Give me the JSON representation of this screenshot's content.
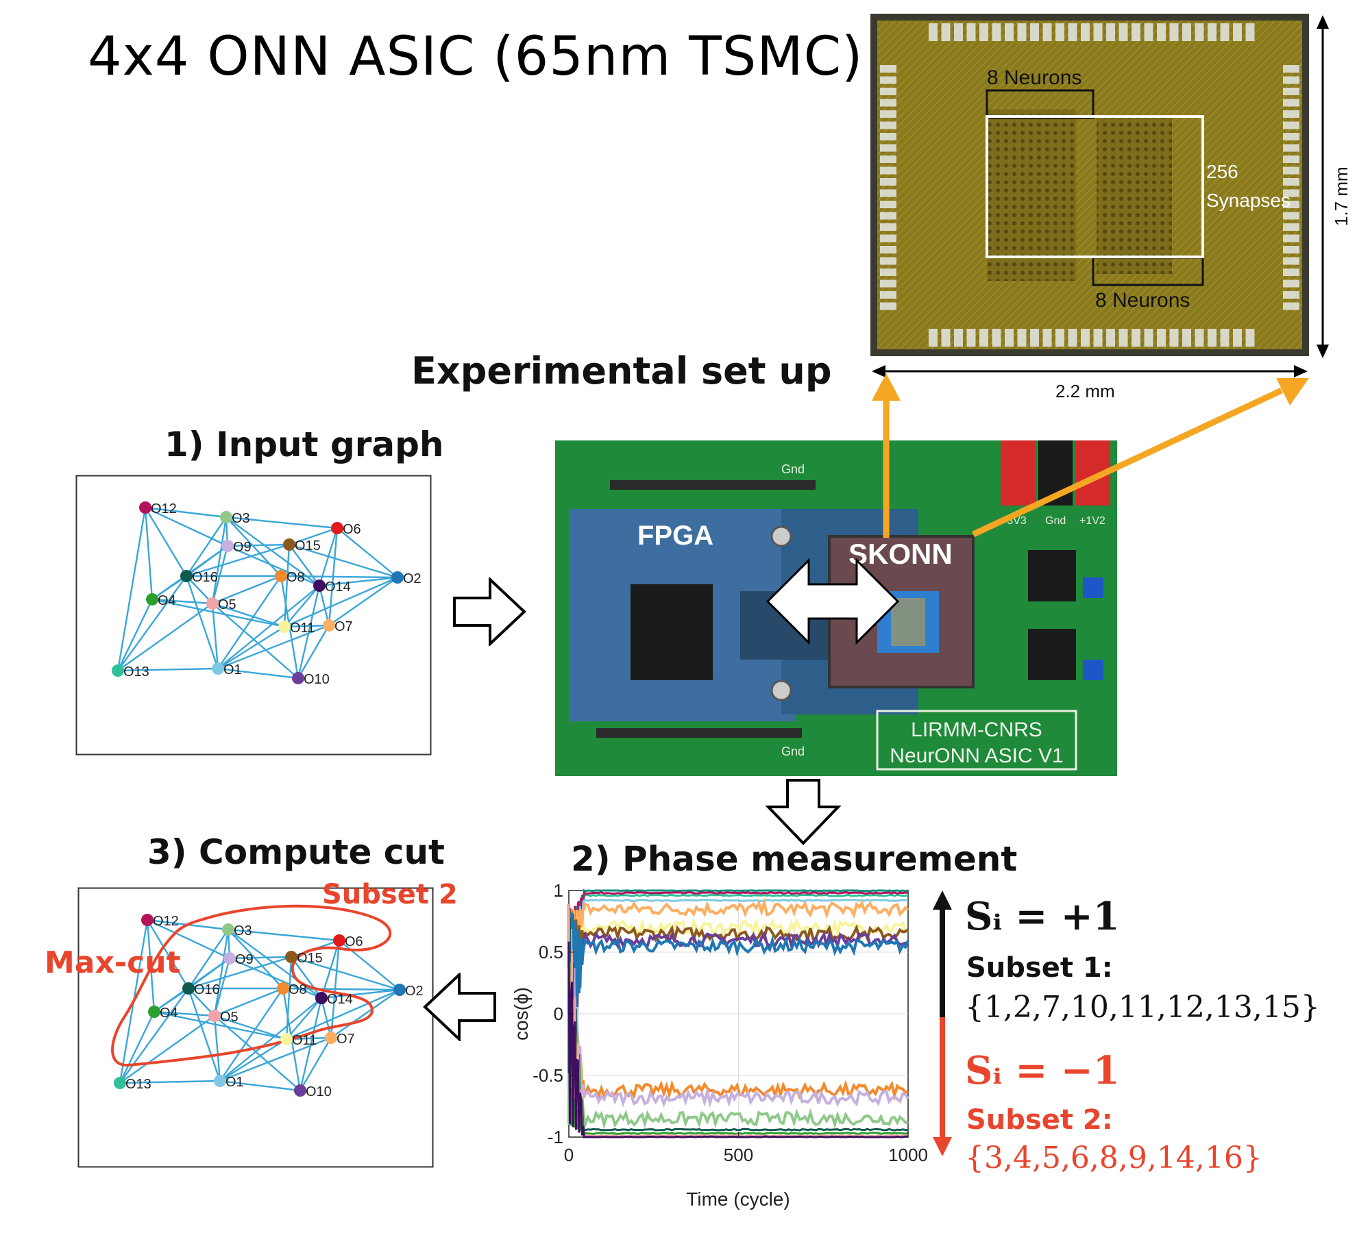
{
  "title": "4x4 ONN ASIC (65nm TSMC)",
  "experimental_setup_label": "Experimental set up",
  "step1_label": "1) Input graph",
  "step2_label": "2) Phase measurement",
  "step3_label": "3) Compute cut",
  "chip": {
    "neurons_top": "8 Neurons",
    "neurons_bottom": "8 Neurons",
    "synapses_num": "256",
    "synapses_word": "Synapses",
    "height_label": "1.7 mm",
    "width_label": "2.2 mm",
    "colors": {
      "die": "#8a7a1e",
      "pad": "#d8d8c8",
      "frame": "#3a3a30"
    }
  },
  "board": {
    "fpga_label": "FPGA",
    "skonn_label": "SKONN",
    "gnd_top": "Gnd",
    "gnd_bottom": "Gnd",
    "v33": "+3V3",
    "gnd_right": "Gnd",
    "v12": "+1V2",
    "plate_line1": "LIRMM-CNRS",
    "plate_line2": "NeurONN ASIC V1",
    "colors": {
      "pcb": "#1f8a3a",
      "arrow": "#f5a623",
      "socket": "#6a4a4e",
      "die": "#2f7fd0"
    }
  },
  "graph": {
    "edge_color": "#3aa6d8",
    "nodes": [
      {
        "id": "O1",
        "color": "#7ec8e3"
      },
      {
        "id": "O2",
        "color": "#1f77b4"
      },
      {
        "id": "O3",
        "color": "#8fc98a"
      },
      {
        "id": "O4",
        "color": "#2ca02c"
      },
      {
        "id": "O5",
        "color": "#f4a3a8"
      },
      {
        "id": "O6",
        "color": "#e31a1c"
      },
      {
        "id": "O7",
        "color": "#fdae61"
      },
      {
        "id": "O8",
        "color": "#f58a2c"
      },
      {
        "id": "O9",
        "color": "#c5b0e0"
      },
      {
        "id": "O10",
        "color": "#6a3d9a"
      },
      {
        "id": "O11",
        "color": "#f7f49a"
      },
      {
        "id": "O12",
        "color": "#b3135a"
      },
      {
        "id": "O13",
        "color": "#2fbf9a"
      },
      {
        "id": "O14",
        "color": "#3f0f5f"
      },
      {
        "id": "O15",
        "color": "#8c5a1e"
      },
      {
        "id": "O16",
        "color": "#0f5a50"
      }
    ]
  },
  "cut": {
    "subset2_label": "Subset 2",
    "maxcut_label": "Max-cut",
    "color": "#e8452c"
  },
  "chart_data": {
    "type": "line",
    "xlabel": "Time (cycle)",
    "ylabel": "cos(ϕ)",
    "xlim": [
      0,
      1000
    ],
    "ylim": [
      -1,
      1
    ],
    "x_ticks": [
      "0",
      "500",
      "1000"
    ],
    "y_ticks": [
      "1",
      "0.5",
      "0",
      "-0.5",
      "-1"
    ],
    "grid": true,
    "series": [
      {
        "levels": [
          1.0
        ],
        "color": "#0f8f7f"
      },
      {
        "levels": [
          0.96
        ],
        "color": "#2fbf9a"
      },
      {
        "levels": [
          0.98
        ],
        "color": "#b3135a"
      },
      {
        "levels": [
          0.92
        ],
        "color": "#7ec8e3"
      },
      {
        "levels": [
          0.85
        ],
        "color": "#fdae61"
      },
      {
        "levels": [
          0.7
        ],
        "color": "#f7f49a"
      },
      {
        "levels": [
          0.65
        ],
        "color": "#8c5a1e"
      },
      {
        "levels": [
          0.6
        ],
        "color": "#6a3d9a"
      },
      {
        "levels": [
          0.55
        ],
        "color": "#1f77b4"
      },
      {
        "levels": [
          -0.62
        ],
        "color": "#f58a2c"
      },
      {
        "levels": [
          -0.68
        ],
        "color": "#c5b0e0"
      },
      {
        "levels": [
          -0.85
        ],
        "color": "#8fc98a"
      },
      {
        "levels": [
          -0.94
        ],
        "color": "#0f5a50"
      },
      {
        "levels": [
          -0.97
        ],
        "color": "#2ca02c"
      },
      {
        "levels": [
          -0.99
        ],
        "color": "#f4a3a8"
      },
      {
        "levels": [
          -1.0
        ],
        "color": "#3f0f5f"
      }
    ]
  },
  "legend": {
    "s_plus": "Sᵢ = +1",
    "subset1_title": "Subset 1:",
    "subset1_values": "{1,2,7,10,11,12,13,15}",
    "s_minus": "Sᵢ = −1",
    "subset2_title": "Subset 2:",
    "subset2_values": "{3,4,5,6,8,9,14,16}",
    "colors": {
      "plus": "#111111",
      "minus": "#e8452c"
    }
  }
}
